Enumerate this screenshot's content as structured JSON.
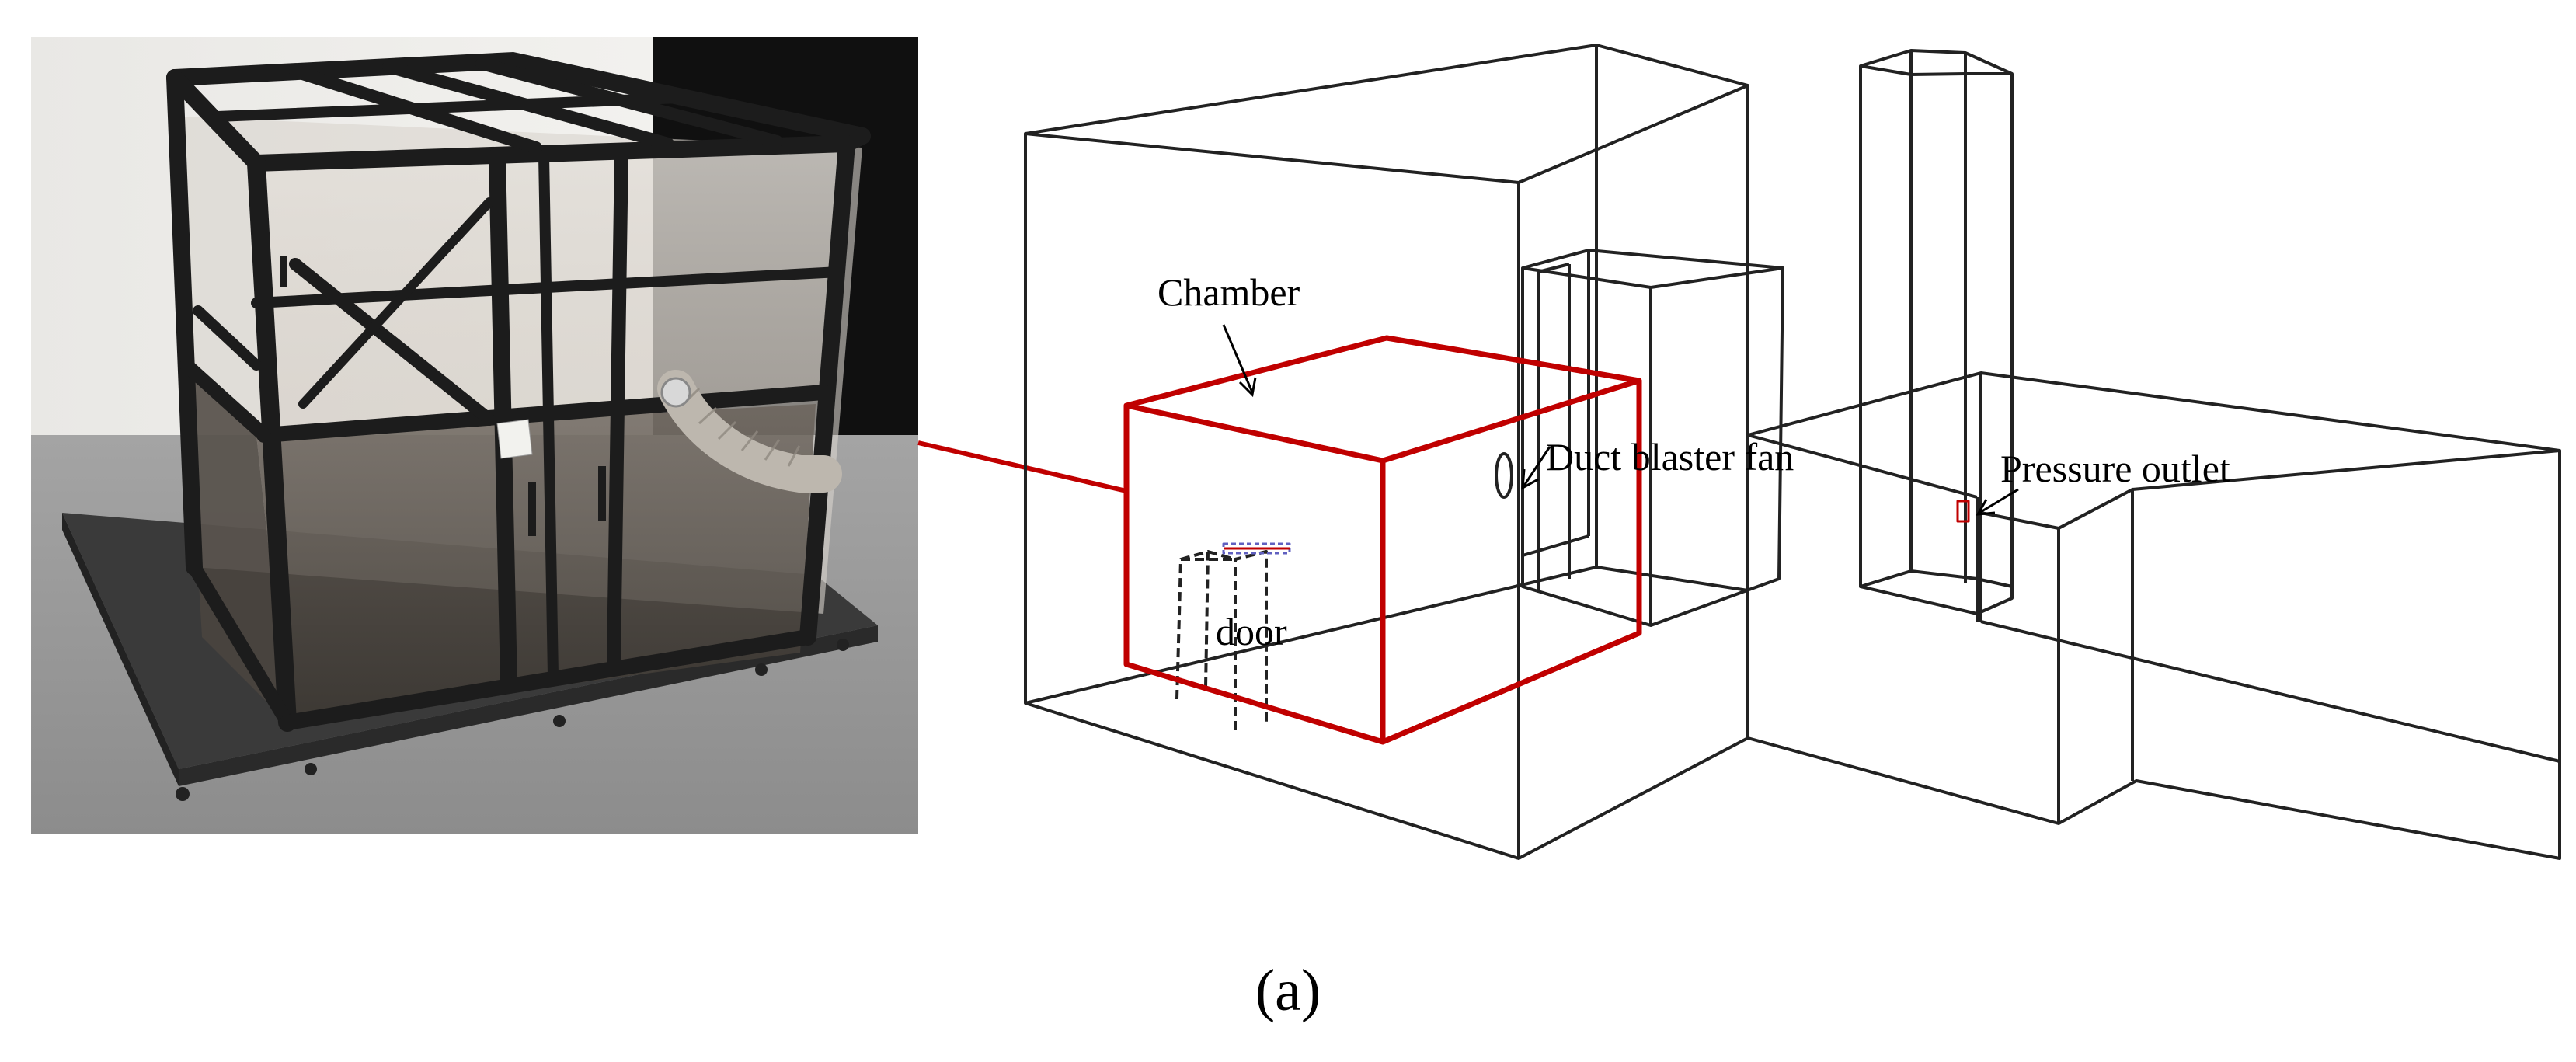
{
  "figure": {
    "photo": {
      "description_icon": "chamber-photo"
    },
    "diagram": {
      "labels": {
        "chamber": "Chamber",
        "duct_fan": "Duct blaster fan",
        "pressure_outlet": "Pressure outlet",
        "door": "door"
      }
    },
    "caption": "(a)",
    "colors": {
      "highlight": "#c00000",
      "wire": "#222222",
      "frame": "#1c1c1c"
    }
  }
}
